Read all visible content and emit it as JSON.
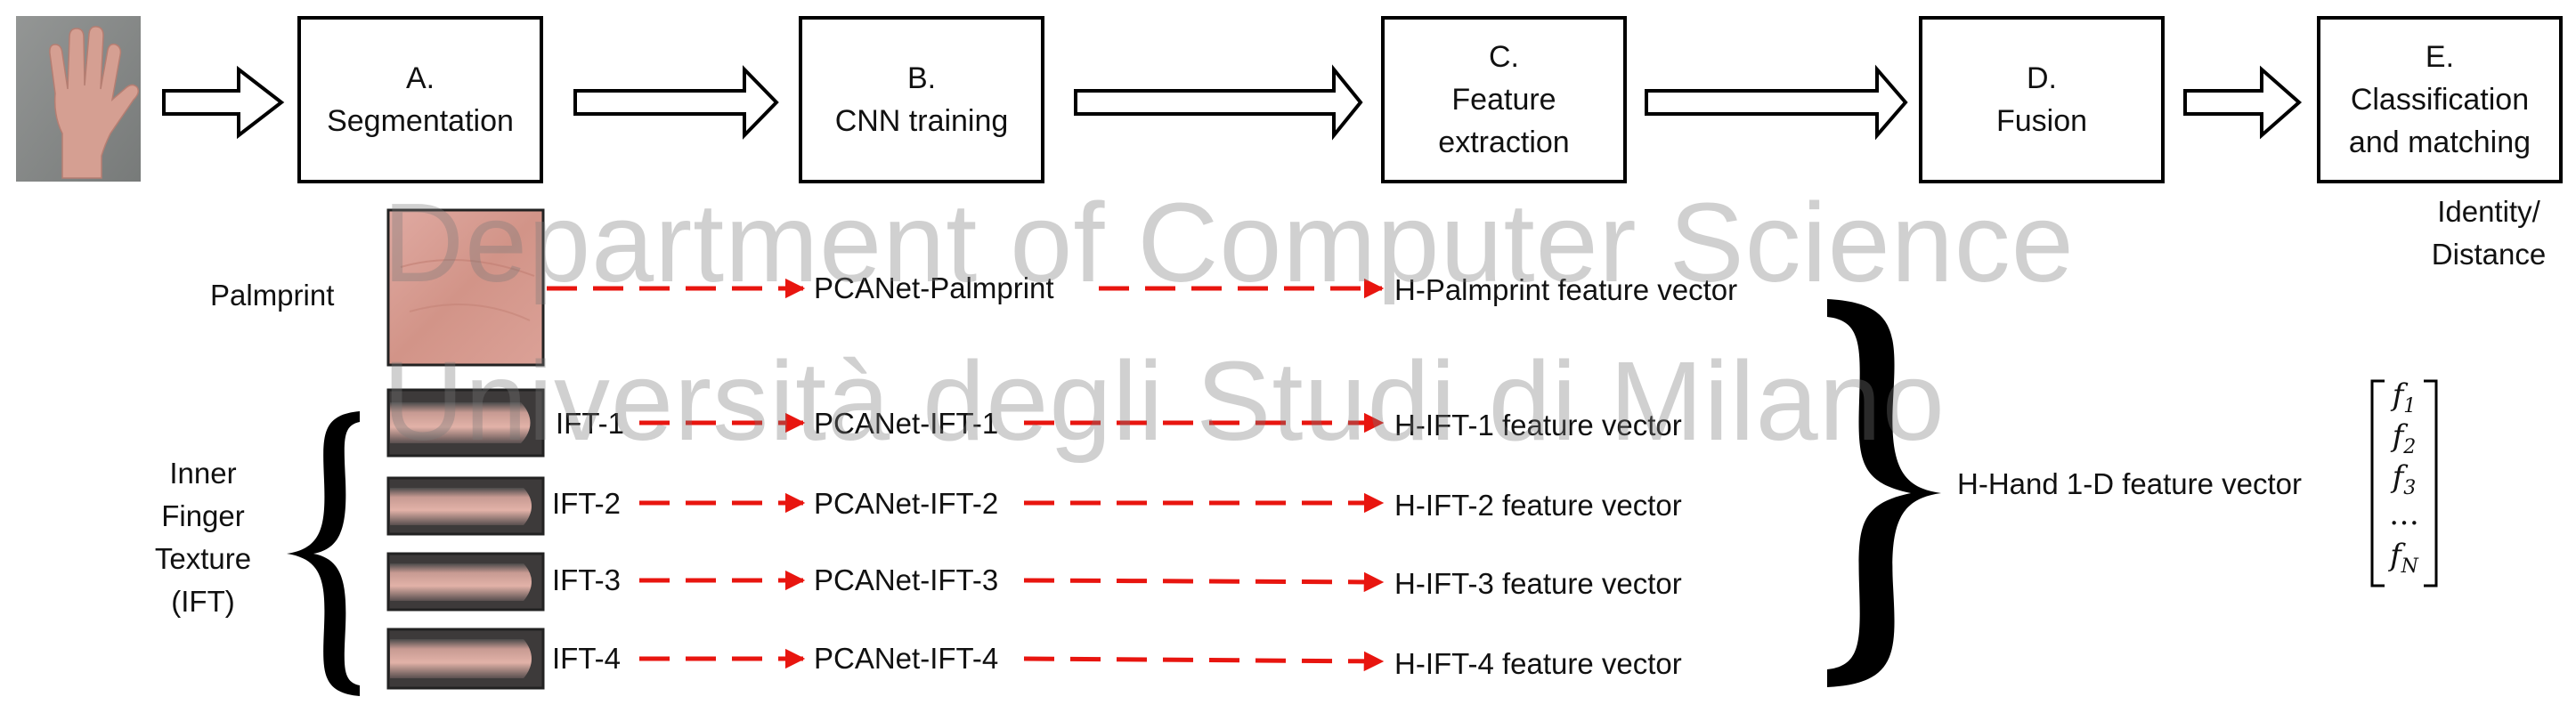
{
  "pipeline": {
    "stage_a": [
      "A.",
      "Segmentation"
    ],
    "stage_b": [
      "B.",
      "CNN training"
    ],
    "stage_c": [
      "C.",
      "Feature",
      "extraction"
    ],
    "stage_d": [
      "D.",
      "Fusion"
    ],
    "stage_e": [
      "E.",
      "Classification",
      "and matching"
    ],
    "output": [
      "Identity/",
      "Distance"
    ]
  },
  "rows": [
    {
      "input": "Palmprint",
      "network": "PCANet-Palmprint",
      "feature": "H-Palmprint feature vector"
    },
    {
      "input": "IFT-1",
      "network": "PCANet-IFT-1",
      "feature": "H-IFT-1 feature vector"
    },
    {
      "input": "IFT-2",
      "network": "PCANet-IFT-2",
      "feature": "H-IFT-2 feature vector"
    },
    {
      "input": "IFT-3",
      "network": "PCANet-IFT-3",
      "feature": "H-IFT-3 feature vector"
    },
    {
      "input": "IFT-4",
      "network": "PCANet-IFT-4",
      "feature": "H-IFT-4 feature vector"
    }
  ],
  "ift_group": [
    "Inner",
    "Finger",
    "Texture",
    "(IFT)"
  ],
  "fusion_output": "H-Hand 1-D feature vector",
  "feature_vector": {
    "entries": [
      "f",
      "f",
      "f",
      "…",
      "f"
    ],
    "subscripts": [
      "1",
      "2",
      "3",
      "",
      "N"
    ]
  },
  "watermark": [
    "Department of Computer Science",
    "Università degli Studi di Milano"
  ],
  "colors": {
    "arrow_dashed": "#e8150f",
    "box_border": "#000000",
    "skin": "#d9a39a",
    "watermark": "#bcbcbc"
  }
}
